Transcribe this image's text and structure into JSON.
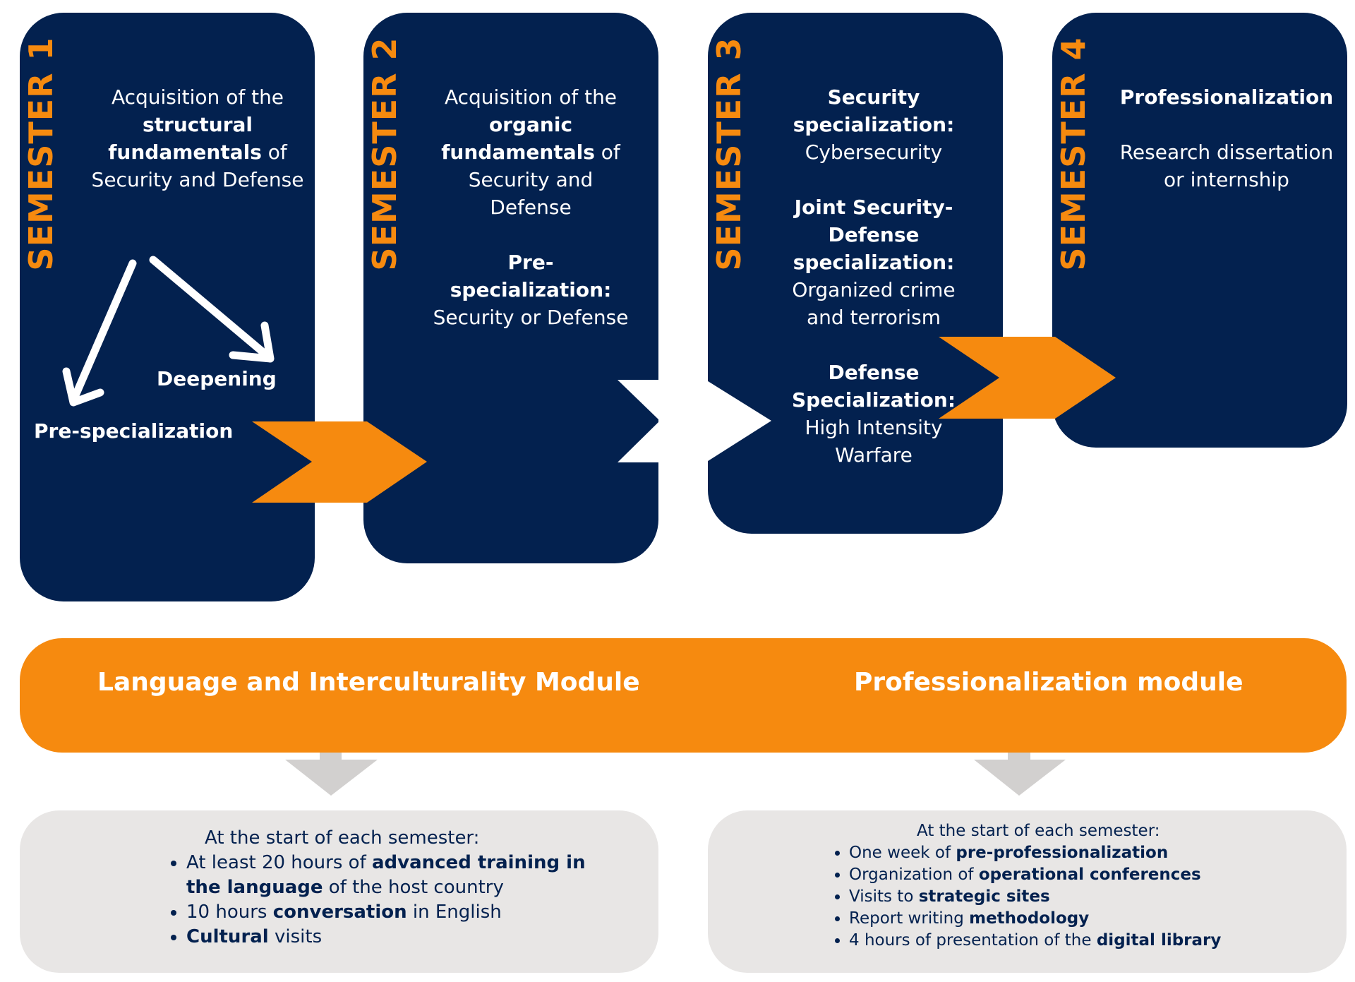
{
  "semesters": [
    {
      "label": "SEMESTER 1",
      "p1a": "Acquisition of the ",
      "p1b": "structural fundamentals",
      "p1c": " of Security and Defense"
    },
    {
      "label": "SEMESTER 2",
      "p1a": "Acquisition of the ",
      "p1b": "organic fundamentals",
      "p1c": " of Security and Defense",
      "p2b": "Pre-specialization:",
      "p2c": " Security or Defense"
    },
    {
      "label": "SEMESTER 3",
      "p1b": "Security specialization:",
      "p1c": " Cybersecurity",
      "p2b": "Joint Security-Defense specialization:",
      "p2c": " Organized crime and terrorism",
      "p3b": "Defense Specialization:",
      "p3c": " High Intensity Warfare"
    },
    {
      "label": "SEMESTER 4",
      "p1b": "Professionalization",
      "p2c": "Research dissertation or internship"
    }
  ],
  "paths": {
    "deepening": "Deepening",
    "prespec": "Pre-specialization"
  },
  "modules": {
    "left_title": "Language and Interculturality Module",
    "right_title": "Professionalization module"
  },
  "left_box": {
    "heading": "At the start of each semester:",
    "items": [
      {
        "a": "At least 20 hours of ",
        "b": "advanced training in the language",
        "c": " of the host country"
      },
      {
        "a": "10 hours ",
        "b": "conversation",
        "c": " in English"
      },
      {
        "a": "",
        "b": "Cultural",
        "c": " visits"
      }
    ]
  },
  "right_box": {
    "heading": "At the start of each semester:",
    "items": [
      {
        "a": "One week of ",
        "b": "pre-professionalization",
        "c": ""
      },
      {
        "a": "Organization of ",
        "b": "operational conferences",
        "c": ""
      },
      {
        "a": "Visits to ",
        "b": "strategic sites",
        "c": ""
      },
      {
        "a": "Report writing ",
        "b": "methodology",
        "c": ""
      },
      {
        "a": "4 hours of presentation of the ",
        "b": "digital library",
        "c": ""
      }
    ]
  },
  "colors": {
    "navy": "#03214f",
    "orange": "#f68a0f",
    "gray_box": "#e8e6e5",
    "gray_arrow": "#d2d0cf"
  }
}
